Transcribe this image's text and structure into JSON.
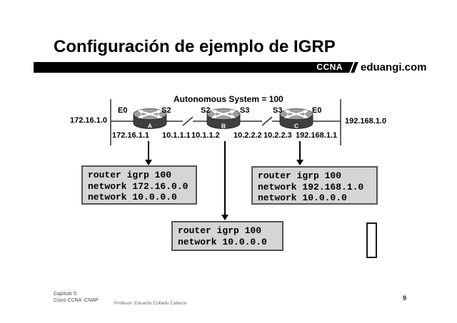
{
  "slide": {
    "title": "Configuración de ejemplo de IGRP",
    "brand_ccna": "CCNA",
    "brand_site": "eduangi.com"
  },
  "diagram": {
    "as_label": "Autonomous System = 100",
    "left_network": "172.16.1.0",
    "right_network": "192.168.1.0",
    "interfaces": [
      "E0",
      "S2",
      "S2",
      "S3",
      "S3",
      "E0"
    ],
    "routers": [
      {
        "name": "A"
      },
      {
        "name": "B"
      },
      {
        "name": "C"
      }
    ],
    "addresses": [
      "172.16.1.1",
      "10.1.1.1",
      "10.1.1.2",
      "10.2.2.2",
      "10.2.2.3",
      "192.168.1.1"
    ]
  },
  "configs": {
    "router_a": [
      "router igrp 100",
      "network 172.16.0.0",
      "network 10.0.0.0"
    ],
    "router_b": [
      "router igrp 100",
      "network 10.0.0.0"
    ],
    "router_c": [
      "router igrp 100",
      "network 192.168.1.0",
      "network 10.0.0.0"
    ]
  },
  "footer": {
    "chapter_line1": "Capítulo 5:",
    "chapter_line2": "Cisco CCNA -CNAP",
    "professor": "Profesor: Eduardo Collado Cabeza",
    "page_number": "9"
  },
  "colors": {
    "bar_bg": "#000000",
    "config_box_bg": "#d5d5d5",
    "router_top": "#9e9e9e",
    "router_body": "#3f3f3f",
    "line": "#333333"
  }
}
